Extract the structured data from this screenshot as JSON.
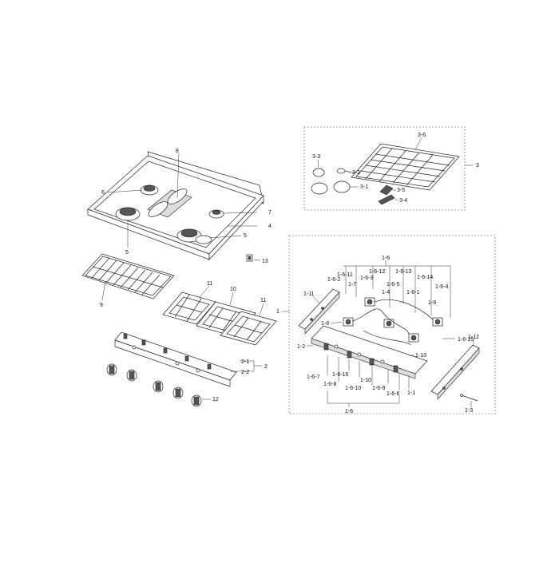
{
  "callouts": {
    "c8": "8",
    "c6": "6",
    "c7": "7",
    "c4": "4",
    "c5a": "5",
    "c5b": "5",
    "c13": "13",
    "c9": "9",
    "c11a": "11",
    "c10": "10",
    "c11b": "11",
    "c1": "1",
    "c2": "2",
    "c2_1": "2-1",
    "c2_2": "2-2",
    "c12": "12",
    "c3": "3",
    "c3_6": "3-6",
    "c3_3": "3-3",
    "c3_2": "3-2",
    "c3_1": "3-1",
    "c3_5": "3-5",
    "c3_4": "3-4",
    "c1_6_top": "1-6",
    "c1_6_11": "1-6-11",
    "c1_6_12": "1-6-12",
    "c1_6_2": "1-6-2",
    "c1_6_3": "1-6-3",
    "c1_6_13": "1-6-13",
    "c1_6_14": "1-6-14",
    "c1_11": "1-11",
    "c1_7": "1-7",
    "c1_6_5": "1-6-5",
    "c1_6_4": "1-6-4",
    "c1_4": "1-4",
    "c1_6_1": "1-6-1",
    "c1_9": "1-9",
    "c1_8": "1-8",
    "c1_6_15": "1-6-15",
    "c1_12": "1-12",
    "c1_2": "1-2",
    "c1_13": "1-13",
    "c1_6_7": "1-6-7",
    "c1_6_16": "1-6-16",
    "c1_10": "1-10",
    "c1_6_8": "1-6-8",
    "c1_6_10": "1-6-10",
    "c1_6_9": "1-6-9",
    "c1_6_6": "1-6-6",
    "c1_1": "1-1",
    "c1_6_bottom": "1-6",
    "c1_3": "1-3"
  }
}
